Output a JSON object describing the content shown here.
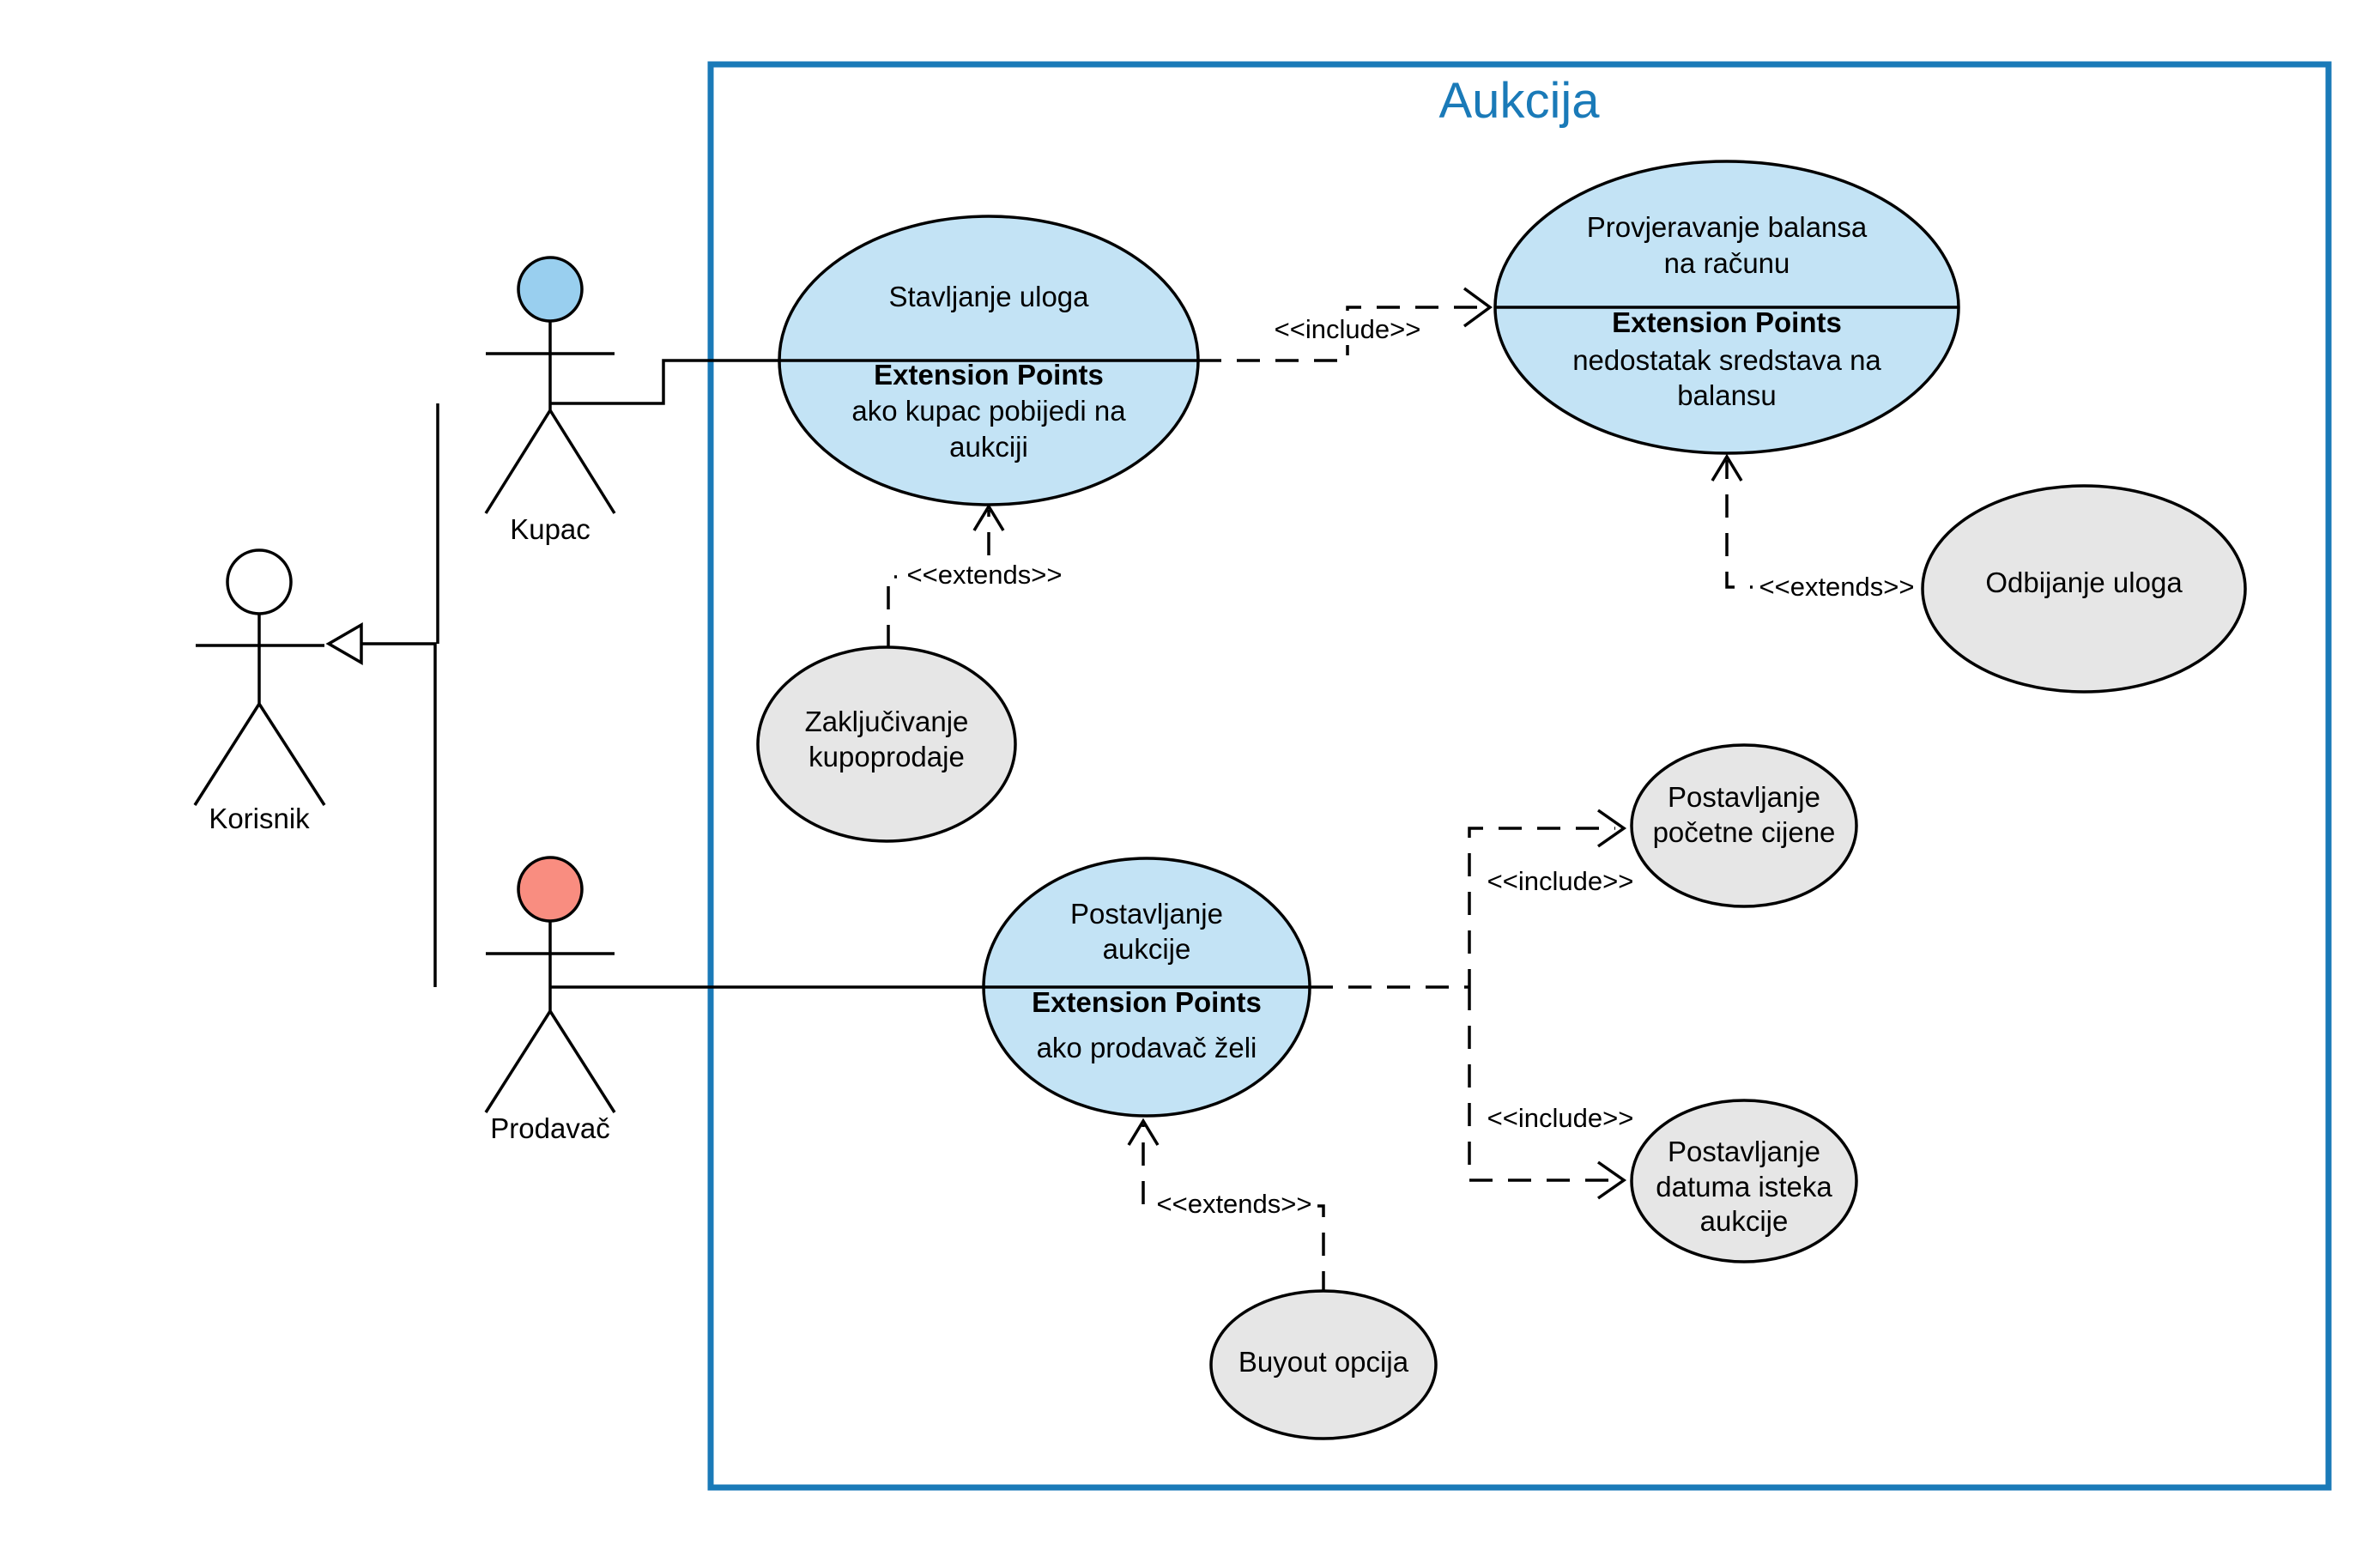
{
  "system": {
    "title": "Aukcija",
    "border_color": "#1a7ab8"
  },
  "actors": {
    "korisnik": {
      "label": "Korisnik",
      "head_color": "#ffffff"
    },
    "kupac": {
      "label": "Kupac",
      "head_color": "#99cfef"
    },
    "prodavac": {
      "label": "Prodavač",
      "head_color": "#f98d80"
    }
  },
  "use_cases": {
    "stavljanje_uloga": {
      "title": "Stavljanje uloga",
      "ext_header": "Extension Points",
      "ext_line1": "ako kupac pobijedi na",
      "ext_line2": "aukciji"
    },
    "provjeravanje_balansa": {
      "title_line1": "Provjeravanje balansa",
      "title_line2": "na računu",
      "ext_header": "Extension Points",
      "ext_line1": "nedostatak sredstava na",
      "ext_line2": "balansu"
    },
    "postavljanje_aukcije": {
      "title_line1": "Postavljanje",
      "title_line2": "aukcije",
      "ext_header": "Extension Points",
      "ext_line1": "ako prodavač želi"
    },
    "zakljucivanje": {
      "line1": "Zaključivanje",
      "line2": "kupoprodaje"
    },
    "odbijanje": {
      "line1": "Odbijanje uloga"
    },
    "pocetna_cijena": {
      "line1": "Postavljanje",
      "line2": "početne cijene"
    },
    "datum_isteka": {
      "line1": "Postavljanje",
      "line2": "datuma isteka",
      "line3": "aukcije"
    },
    "buyout": {
      "line1": "Buyout opcija"
    }
  },
  "relations": {
    "include_balans": "<<include>>",
    "extends_zakljucivanje": "<<extends>>",
    "extends_odbijanje": "<<extends>>",
    "include_pocetna": "<<include>>",
    "include_datum": "<<include>>",
    "extends_buyout": "<<extends>>"
  },
  "colors": {
    "use_case_primary": "#c3e3f5",
    "use_case_secondary": "#e6e6e6"
  }
}
